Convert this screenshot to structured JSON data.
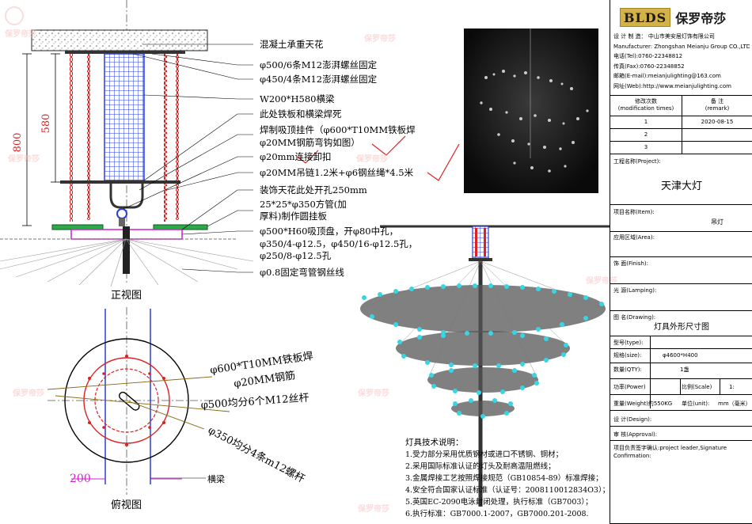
{
  "front_view": {
    "dim_580": "580",
    "dim_800": "800",
    "title": "正视图",
    "callouts": [
      "混凝土承重天花",
      "φ500/6条M12澎湃螺丝固定",
      "φ450/4条M12澎湃螺丝固定",
      "W200*H580横梁",
      "此处铁板和横梁焊死",
      "焊制吸顶挂件（φ600*T10MM铁板焊",
      "φ20MM钢筋弯钩如图）",
      "φ20mm连接卸扣",
      "φ20MM吊链1.2米+φ6钢丝绳*4.5米",
      "装饰天花此处开孔250mm",
      "25*25*φ350方管(加",
      "厚料)制作圆挂板",
      "φ500*H60吸顶盘，开φ80中孔，",
      "φ350/4-φ12.5，φ450/16-φ12.5孔，",
      "φ250/8-φ12.5孔",
      "φ0.8固定弯管钢丝线"
    ]
  },
  "top_view": {
    "title": "俯视图",
    "dim_200": "200",
    "beam_label": "横梁",
    "label_600_a": "φ600*T10MM铁板焊",
    "label_600_b": "φ20MM钢筋",
    "label_500": "φ500均分6个M12丝杆",
    "label_350": "φ350均分4条m12螺杆"
  },
  "tech_notes": {
    "title": "灯具技术说明：",
    "items": [
      "1.受力部分采用优质钢材或进口不锈钢、铜材；",
      "2.采用国际标准认证的灯头及耐高温阻燃线；",
      "3.金属焊接工艺按照焊接规范（GB10854-89）标准焊接；",
      "4.安全符合国家认证标准（认证号：2008110012834O3）；",
      "5.英国EC-2090电泳封闭处理，执行标准（GB7003）；",
      "6.执行标准：GB7000.1-2007，GB7000.201-2008."
    ]
  },
  "watermark": "保罗帝莎",
  "title_block": {
    "logo_letters": "BLDS",
    "logo_cn": "保罗帝莎",
    "company": [
      "设 计 制 造： 中山市美安居灯饰有限公司",
      "Manufacturer: Zhongshan Meianju Group CO.,LTD.",
      "电话(Tel):0760-22348812",
      "传真(Fax):0760-22348852",
      "邮箱(E-mail):meianjulighting@163.com",
      "网址(Web):http://www.meianjulighting.com"
    ],
    "mod_header": "修改次数\n(modification times)",
    "remark_header": "备    注\n(remark)",
    "mod_rows": [
      {
        "num": "1",
        "remark": "2020-08-15"
      },
      {
        "num": "2",
        "remark": ""
      },
      {
        "num": "3",
        "remark": ""
      }
    ],
    "project_label": "工程名称(Project):",
    "project_value": "天津大灯",
    "item_label": "项目名称(Item):",
    "item_value": "吊灯",
    "area_label": "应用区域(Area):",
    "finish_label": "饰    面(Finish):",
    "lamping_label": "光    源(Lamping):",
    "drawing_label": "图    名(Drawing):",
    "drawing_value": "灯具外形尺寸图",
    "type_label": "型号(type):",
    "size_label": "规格(size):",
    "size_value": "φ4600*H400",
    "qty_label": "数量(QTY):",
    "qty_value": "1盏",
    "power_label": "功率(Power)",
    "scale_label": "比例(Scale)",
    "scale_value": "1:",
    "weight_label": "重量(Weight)约550KG",
    "unit_label": "单位(unit):",
    "unit_value": "mm（毫米）",
    "design_label": "设    计(Design):",
    "approval_label": "审    核(Approval):",
    "confirm_label": "项目负责签字确认:project leader,Signature",
    "confirm_label2": "Confirmation:"
  }
}
